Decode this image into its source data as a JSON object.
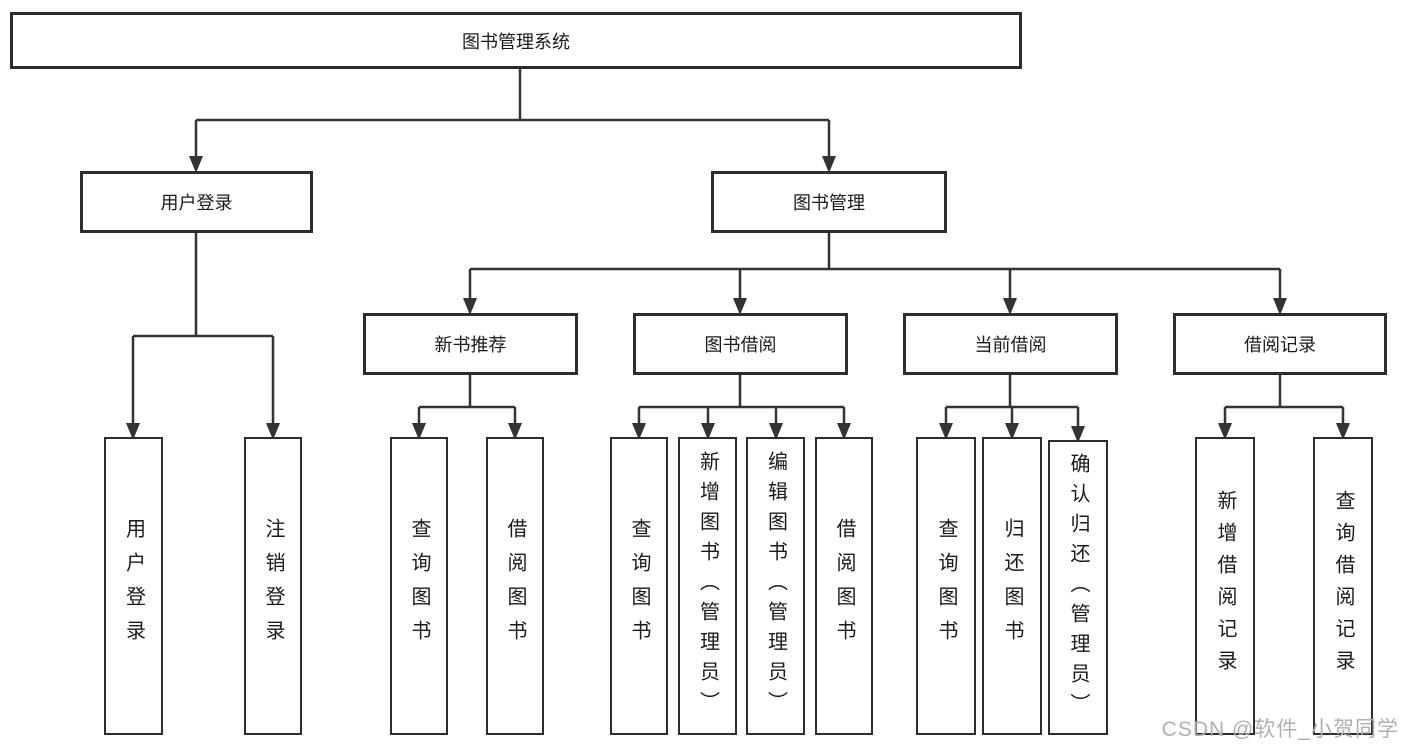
{
  "tree": {
    "label": "图书管理系统",
    "children": [
      {
        "label": "用户登录",
        "children": [
          {
            "label": "用户登录"
          },
          {
            "label": "注销登录"
          }
        ]
      },
      {
        "label": "图书管理",
        "children": [
          {
            "label": "新书推荐",
            "children": [
              {
                "label": "查询图书"
              },
              {
                "label": "借阅图书"
              }
            ]
          },
          {
            "label": "图书借阅",
            "children": [
              {
                "label": "查询图书"
              },
              {
                "label": "新增图书（管理员）"
              },
              {
                "label": "编辑图书（管理员）"
              },
              {
                "label": "借阅图书"
              }
            ]
          },
          {
            "label": "当前借阅",
            "children": [
              {
                "label": "查询图书"
              },
              {
                "label": "归还图书"
              },
              {
                "label": "确认归还（管理员）"
              }
            ]
          },
          {
            "label": "借阅记录",
            "children": [
              {
                "label": "新增借阅记录"
              },
              {
                "label": "查询借阅记录"
              }
            ]
          }
        ]
      }
    ]
  },
  "watermark": {
    "text": "CSDN @软件_小贺同学"
  },
  "colors": {
    "line": "#333333",
    "box_border": "#2d2d2d",
    "text": "#1a1a1a",
    "watermark": "#b0b0b0",
    "background": "#ffffff"
  }
}
